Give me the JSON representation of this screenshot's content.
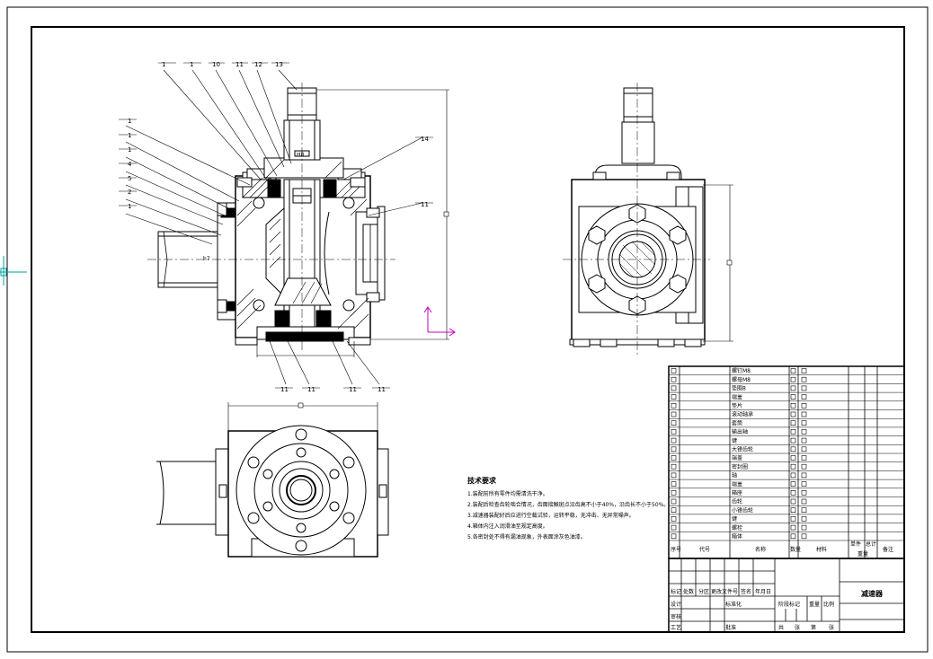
{
  "drawing": {
    "title": "减速器",
    "colors": {
      "line": "#000000",
      "ucs": "#c000c0",
      "cursor": "#00a0a0"
    },
    "leaders_top": [
      "1",
      "1",
      "10",
      "11",
      "12",
      "13"
    ],
    "leaders_left": [
      "1",
      "1",
      "1",
      "4",
      "5",
      "2",
      "1"
    ],
    "leaders_right": [
      "14",
      "11"
    ],
    "leaders_bottom": [
      "11",
      "11",
      "11",
      "11"
    ],
    "dim_shaft": "H8",
    "dim_label": "h7",
    "tech_requirements": {
      "title": "技术要求",
      "lines": [
        "1.装配前所有零件均需清洗干净。",
        "2.装配后检查齿轮啮合情况，齿面接触斑点沿齿高不小于40%，沿齿长不小于50%。",
        "3.减速器装配好后应进行空载试验，运转平稳，无冲击、无异常噪声。",
        "4.箱体内注入润滑油至规定高度。",
        "5.各密封处不得有漏油现象，外表面涂灰色油漆。"
      ]
    },
    "bom_rows": [
      [
        "",
        "",
        "螺钉M8",
        "",
        "",
        ""
      ],
      [
        "",
        "",
        "螺母M8",
        "",
        "",
        ""
      ],
      [
        "",
        "",
        "垫圈8",
        "",
        "",
        ""
      ],
      [
        "",
        "",
        "端盖",
        "",
        "",
        ""
      ],
      [
        "",
        "",
        "垫片",
        "",
        "",
        ""
      ],
      [
        "",
        "",
        "滚动轴承",
        "",
        "",
        ""
      ],
      [
        "",
        "",
        "套筒",
        "",
        "",
        ""
      ],
      [
        "",
        "",
        "输出轴",
        "",
        "",
        ""
      ],
      [
        "",
        "",
        "键",
        "",
        "",
        ""
      ],
      [
        "",
        "",
        "大锥齿轮",
        "",
        "",
        ""
      ],
      [
        "",
        "",
        "端盖",
        "",
        "",
        ""
      ],
      [
        "",
        "",
        "密封圈",
        "",
        "",
        ""
      ],
      [
        "",
        "",
        "轴",
        "",
        "",
        ""
      ],
      [
        "",
        "",
        "端盖",
        "",
        "",
        ""
      ],
      [
        "",
        "",
        "箱座",
        "",
        "",
        ""
      ],
      [
        "",
        "",
        "齿轮",
        "",
        "",
        ""
      ],
      [
        "",
        "",
        "小锥齿轮",
        "",
        "",
        ""
      ],
      [
        "",
        "",
        "键",
        "",
        "",
        ""
      ],
      [
        "",
        "",
        "螺栓",
        "",
        "",
        ""
      ],
      [
        "",
        "",
        "箱体",
        "",
        "",
        ""
      ]
    ],
    "bom_header": [
      "序号",
      "代号",
      "名称",
      "数量",
      "材料",
      "单件",
      "总计",
      "备注"
    ],
    "bom_header_sub": "重量",
    "title_block": {
      "labels": [
        "标记",
        "处数",
        "分区",
        "更改文件号",
        "签名",
        "年月日"
      ],
      "labels2": [
        "设计",
        "标准化"
      ],
      "labels3": [
        "审核"
      ],
      "labels4": [
        "工艺",
        "批准"
      ],
      "stage": "阶段标记",
      "weight": "重量",
      "scale": "比例",
      "sheet": [
        "共",
        "张",
        "第",
        "张"
      ]
    }
  }
}
